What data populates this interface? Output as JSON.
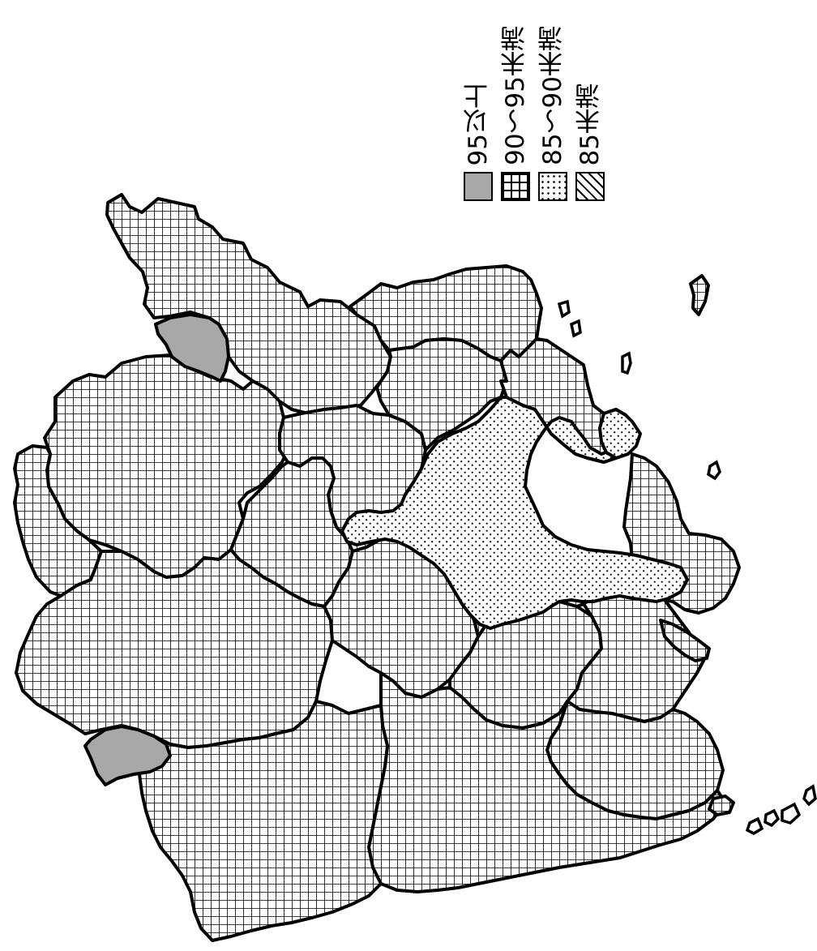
{
  "legend": {
    "unit": "(%)",
    "items": [
      {
        "label": "95以上",
        "pattern": "solid-gray",
        "color": "#a8a8a8"
      },
      {
        "label": "90～95未満",
        "pattern": "grid"
      },
      {
        "label": "85～90未満",
        "pattern": "dots"
      },
      {
        "label": "85未満",
        "pattern": "diagonal-hatch"
      }
    ]
  },
  "map": {
    "regions": [
      {
        "id": "r1",
        "category": "grid"
      },
      {
        "id": "r2",
        "category": "grid"
      },
      {
        "id": "r3",
        "category": "grid"
      },
      {
        "id": "r4",
        "category": "grid"
      },
      {
        "id": "r5",
        "category": "grid"
      },
      {
        "id": "r6",
        "category": "grid"
      },
      {
        "id": "r7",
        "category": "grid"
      },
      {
        "id": "r8",
        "category": "grid"
      },
      {
        "id": "r9",
        "category": "grid"
      },
      {
        "id": "r10",
        "category": "grid"
      },
      {
        "id": "r11",
        "category": "grid"
      },
      {
        "id": "r12",
        "category": "grid"
      },
      {
        "id": "r13",
        "category": "grid"
      },
      {
        "id": "r14",
        "category": "grid"
      },
      {
        "id": "r15",
        "category": "grid"
      },
      {
        "id": "r16",
        "category": "grid"
      },
      {
        "id": "r17",
        "category": "grid"
      },
      {
        "id": "r18",
        "category": "grid"
      },
      {
        "id": "r19",
        "category": "grid"
      },
      {
        "id": "r20",
        "category": "grid"
      },
      {
        "id": "r21",
        "category": "dots"
      },
      {
        "id": "r22",
        "category": "dots"
      },
      {
        "id": "r23",
        "category": "solid-gray"
      },
      {
        "id": "r24",
        "category": "solid-gray"
      }
    ]
  }
}
